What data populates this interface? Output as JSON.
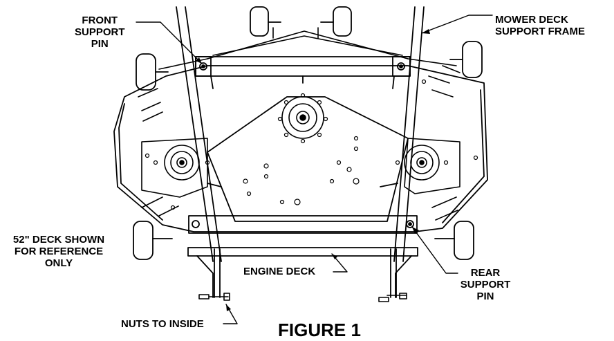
{
  "labels": {
    "front_support_pin": [
      "FRONT",
      "SUPPORT",
      "PIN"
    ],
    "mower_deck_support_frame": [
      "MOWER DECK",
      "SUPPORT FRAME"
    ],
    "deck_note": [
      "52\" DECK SHOWN",
      "FOR REFERENCE",
      "ONLY"
    ],
    "engine_deck": "ENGINE DECK",
    "rear_support_pin": [
      "REAR",
      "SUPPORT",
      "PIN"
    ],
    "nuts_to_inside": "NUTS TO INSIDE",
    "figure_title": "FIGURE 1"
  },
  "colors": {
    "line": "#000000",
    "background": "#ffffff"
  }
}
